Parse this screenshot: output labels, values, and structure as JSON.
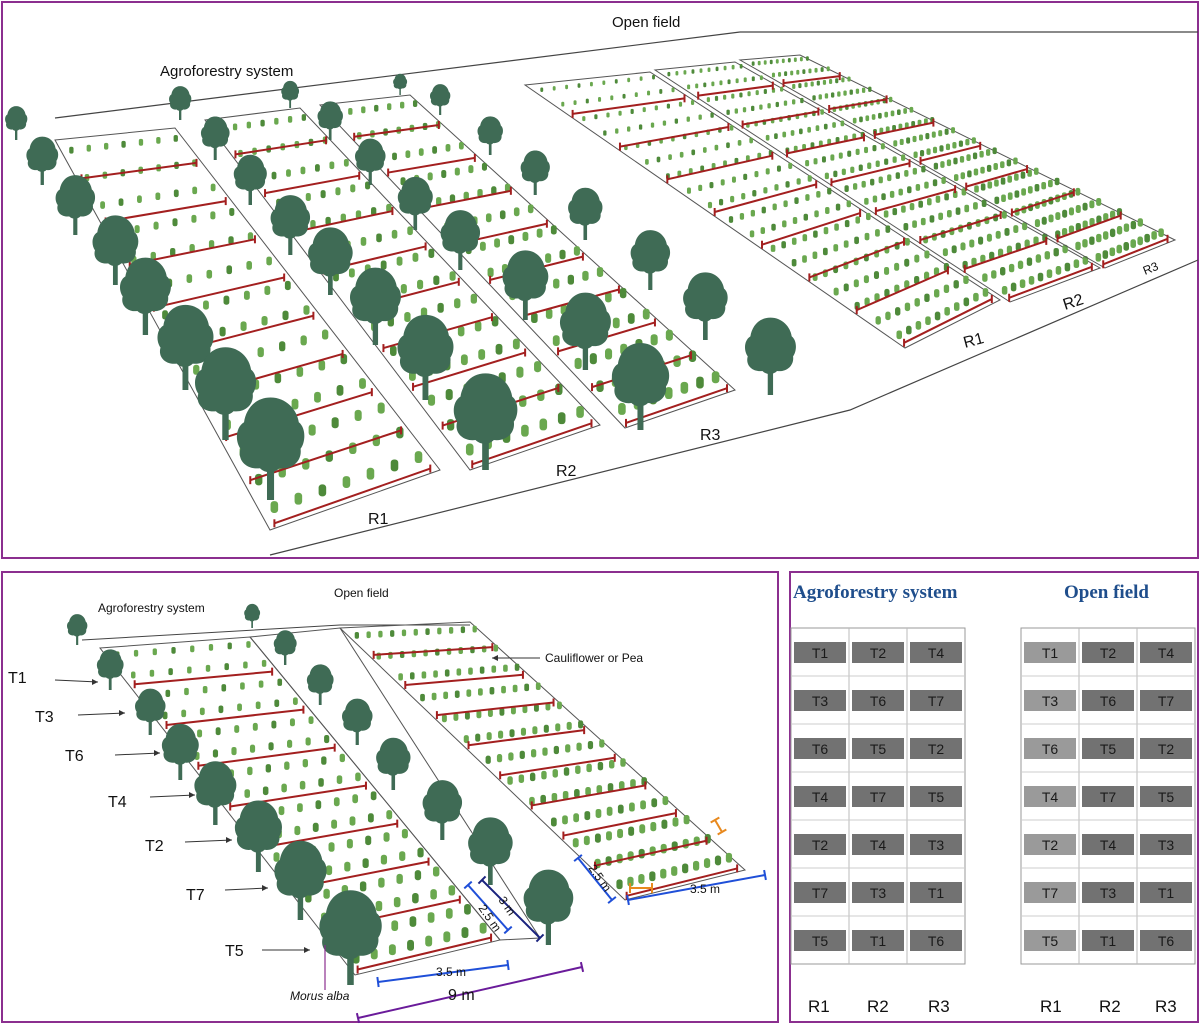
{
  "colors": {
    "frame": "#8b2f8f",
    "tree": "#3f6b55",
    "crop": "#6aa84f",
    "crop_dark": "#4e8a3a",
    "tape": "#a31f1f",
    "dim_blue": "#1f4fd8",
    "dim_navy": "#1a237e",
    "dim_purple": "#6a1b9a",
    "dim_orange": "#e8891e",
    "title_blue": "#1f4e8c",
    "cell_dark": "#727272",
    "cell_light": "#9a9a9a"
  },
  "top_panel": {
    "agro_label": "Agroforestry system",
    "open_label": "Open field",
    "agro_reps": [
      "R1",
      "R2",
      "R3"
    ],
    "open_reps": [
      "R1",
      "R2",
      "R3"
    ]
  },
  "bottom_left": {
    "agro_label": "Agroforestry system",
    "open_label": "Open  field",
    "crop_label": "Cauliflower or Pea",
    "tree_label": "Morus alba",
    "treatments": [
      "T1",
      "T3",
      "T6",
      "T4",
      "T2",
      "T7",
      "T5"
    ],
    "dims": {
      "bed_len": "3.5 m",
      "bed_w": "2.5 m",
      "spacing": "3 m",
      "total": "9 m",
      "open_w": "2.5 m",
      "open_len": "3.5 m"
    }
  },
  "layout_panel": {
    "agro_title": "Agroforestry system",
    "open_title": "Open field",
    "agro_grid": [
      [
        "T1",
        "T2",
        "T4"
      ],
      [
        "T3",
        "T6",
        "T7"
      ],
      [
        "T6",
        "T5",
        "T2"
      ],
      [
        "T4",
        "T7",
        "T5"
      ],
      [
        "T2",
        "T4",
        "T3"
      ],
      [
        "T7",
        "T3",
        "T1"
      ],
      [
        "T5",
        "T1",
        "T6"
      ]
    ],
    "open_grid": [
      [
        "T1",
        "T2",
        "T4"
      ],
      [
        "T3",
        "T6",
        "T7"
      ],
      [
        "T6",
        "T5",
        "T2"
      ],
      [
        "T4",
        "T7",
        "T5"
      ],
      [
        "T2",
        "T4",
        "T3"
      ],
      [
        "T7",
        "T3",
        "T1"
      ],
      [
        "T5",
        "T1",
        "T6"
      ]
    ],
    "agro_cols": [
      "R1",
      "R2",
      "R3"
    ],
    "open_cols": [
      "R1",
      "R2",
      "R3"
    ]
  }
}
